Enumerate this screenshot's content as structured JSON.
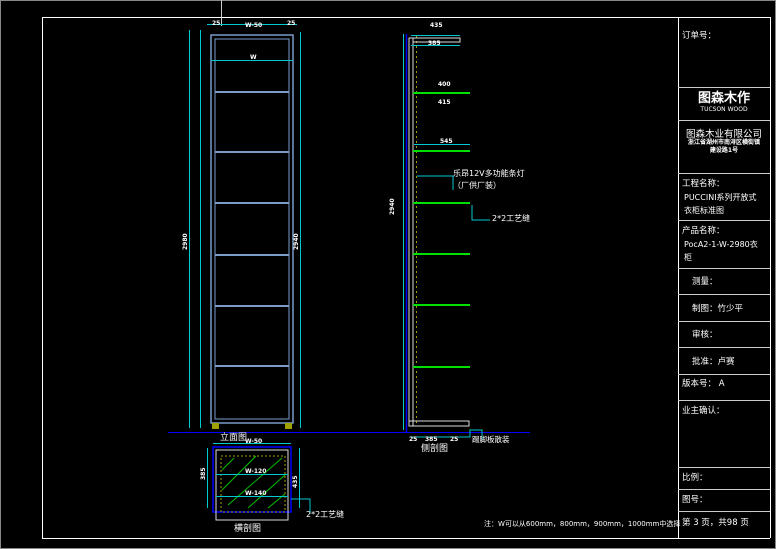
{
  "drawing": {
    "front_view_label": "立面图",
    "side_view_label": "侧剖图",
    "plan_view_label": "横剖图",
    "light_note_line1": "乐昂12V多功能条灯",
    "light_note_line2": "（厂供厂装）",
    "groove_note": "2*2工艺缝",
    "plan_groove_note": "2*2工艺缝",
    "kick_note": "踢脚板散装",
    "footnote": "注：W可以从600mm，800mm，900mm，1000mm中选择",
    "dims": {
      "front_top_width": "W-50",
      "front_top_left": "25",
      "front_top_right": "25",
      "front_inner": "W",
      "front_total_height": "2980",
      "front_inner_height": "2940",
      "side_depth_top": "435",
      "side_depth_inner": "385",
      "side_shelf1_top": "400",
      "side_shelf1_bottom": "415",
      "side_shelf2": "545",
      "side_height": "2940",
      "side_bottom_mid": "385",
      "side_bottom_left": "25",
      "side_bottom_right": "25",
      "plan_width": "W-50",
      "plan_inner1": "W-120",
      "plan_inner2": "W-140",
      "plan_depth": "385",
      "plan_depth_right": "435"
    },
    "colors": {
      "frame": "#7b9bc8",
      "dim": "#00c8d0",
      "shelf": "#00e000",
      "hatch": "#00c000",
      "ground": "#0000ff",
      "dots": "#a0a000"
    }
  },
  "title_block": {
    "order_label": "订单号：",
    "logo_cn": "图森木作",
    "logo_en": "TUCSON WOOD",
    "company": "图森木业有限公司",
    "address": "浙江省湖州市南浔区横街镇建设路1号",
    "project_label": "工程名称：",
    "project_value": "PUCCINI系列开放式衣柜标准图",
    "product_label": "产品名称：",
    "product_value": "PocA2-1-W-2980衣柜",
    "measure_label": "测量：",
    "drawn_label": "制图：竹少平",
    "review_label": "审核：",
    "approve_label": "批准：卢赛",
    "version_label": "版本号：  A",
    "owner_label": "业主确认：",
    "scale_label": "比例：",
    "drawing_no_label": "图号：",
    "page_label": "第 3 页，共98 页"
  }
}
